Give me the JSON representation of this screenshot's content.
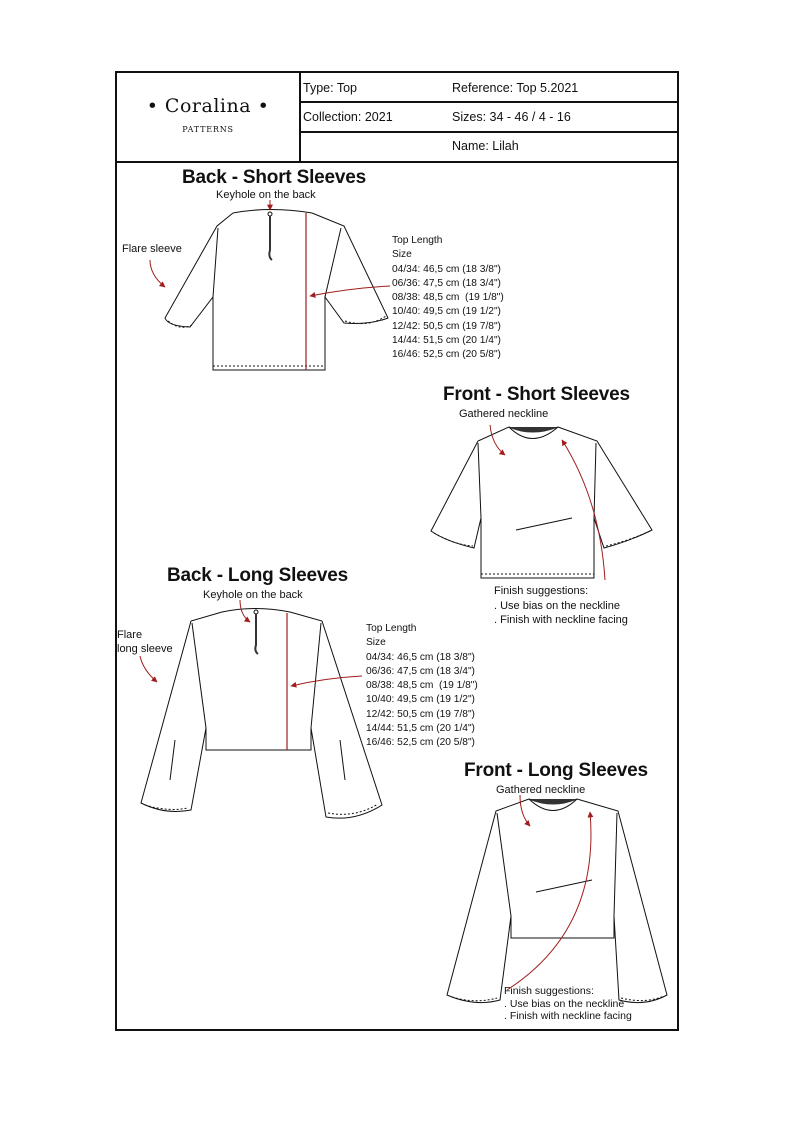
{
  "header": {
    "brand": "• Coralina •",
    "brand_sub": "PATTERNS",
    "type": "Type: Top",
    "reference": "Reference: Top 5.2021",
    "collection": "Collection: 2021",
    "sizes": "Sizes: 34 - 46 / 4 - 16",
    "name": "Name: Lilah"
  },
  "back_short": {
    "title": "Back - Short Sleeves",
    "keyhole_label": "Keyhole on the back",
    "sleeve_label": "Flare sleeve",
    "length_title": "Top Length",
    "length_sub": "Size",
    "lengths": [
      "04/34: 46,5 cm (18 3/8\")",
      "06/36: 47,5 cm (18 3/4\")",
      "08/38: 48,5 cm  (19 1/8\")",
      "10/40: 49,5 cm (19 1/2\")",
      "12/42: 50,5 cm (19 7/8\")",
      "14/44: 51,5 cm (20 1/4\")",
      "16/46: 52,5 cm (20 5/8\")"
    ]
  },
  "front_short": {
    "title": "Front - Short Sleeves",
    "neck_label": "Gathered neckline",
    "finish_title": "Finish suggestions:",
    "finish_1": ". Use bias on the neckline",
    "finish_2": ". Finish with neckline facing"
  },
  "back_long": {
    "title": "Back - Long Sleeves",
    "keyhole_label": "Keyhole on the back",
    "sleeve_label_1": "Flare",
    "sleeve_label_2": "long sleeve",
    "length_title": "Top Length",
    "length_sub": "Size",
    "lengths": [
      "04/34: 46,5 cm (18 3/8\")",
      "06/36: 47,5 cm (18 3/4\")",
      "08/38: 48,5 cm  (19 1/8\")",
      "10/40: 49,5 cm (19 1/2\")",
      "12/42: 50,5 cm (19 7/8\")",
      "14/44: 51,5 cm (20 1/4\")",
      "16/46: 52,5 cm (20 5/8\")"
    ]
  },
  "front_long": {
    "title": "Front - Long Sleeves",
    "neck_label": "Gathered neckline",
    "finish_title": "Finish suggestions:",
    "finish_1": ". Use bias on the neckline",
    "finish_2": ". Finish with neckline facing"
  },
  "colors": {
    "ink": "#111111",
    "arrow": "#a11d1d",
    "neckband": "#333333"
  }
}
